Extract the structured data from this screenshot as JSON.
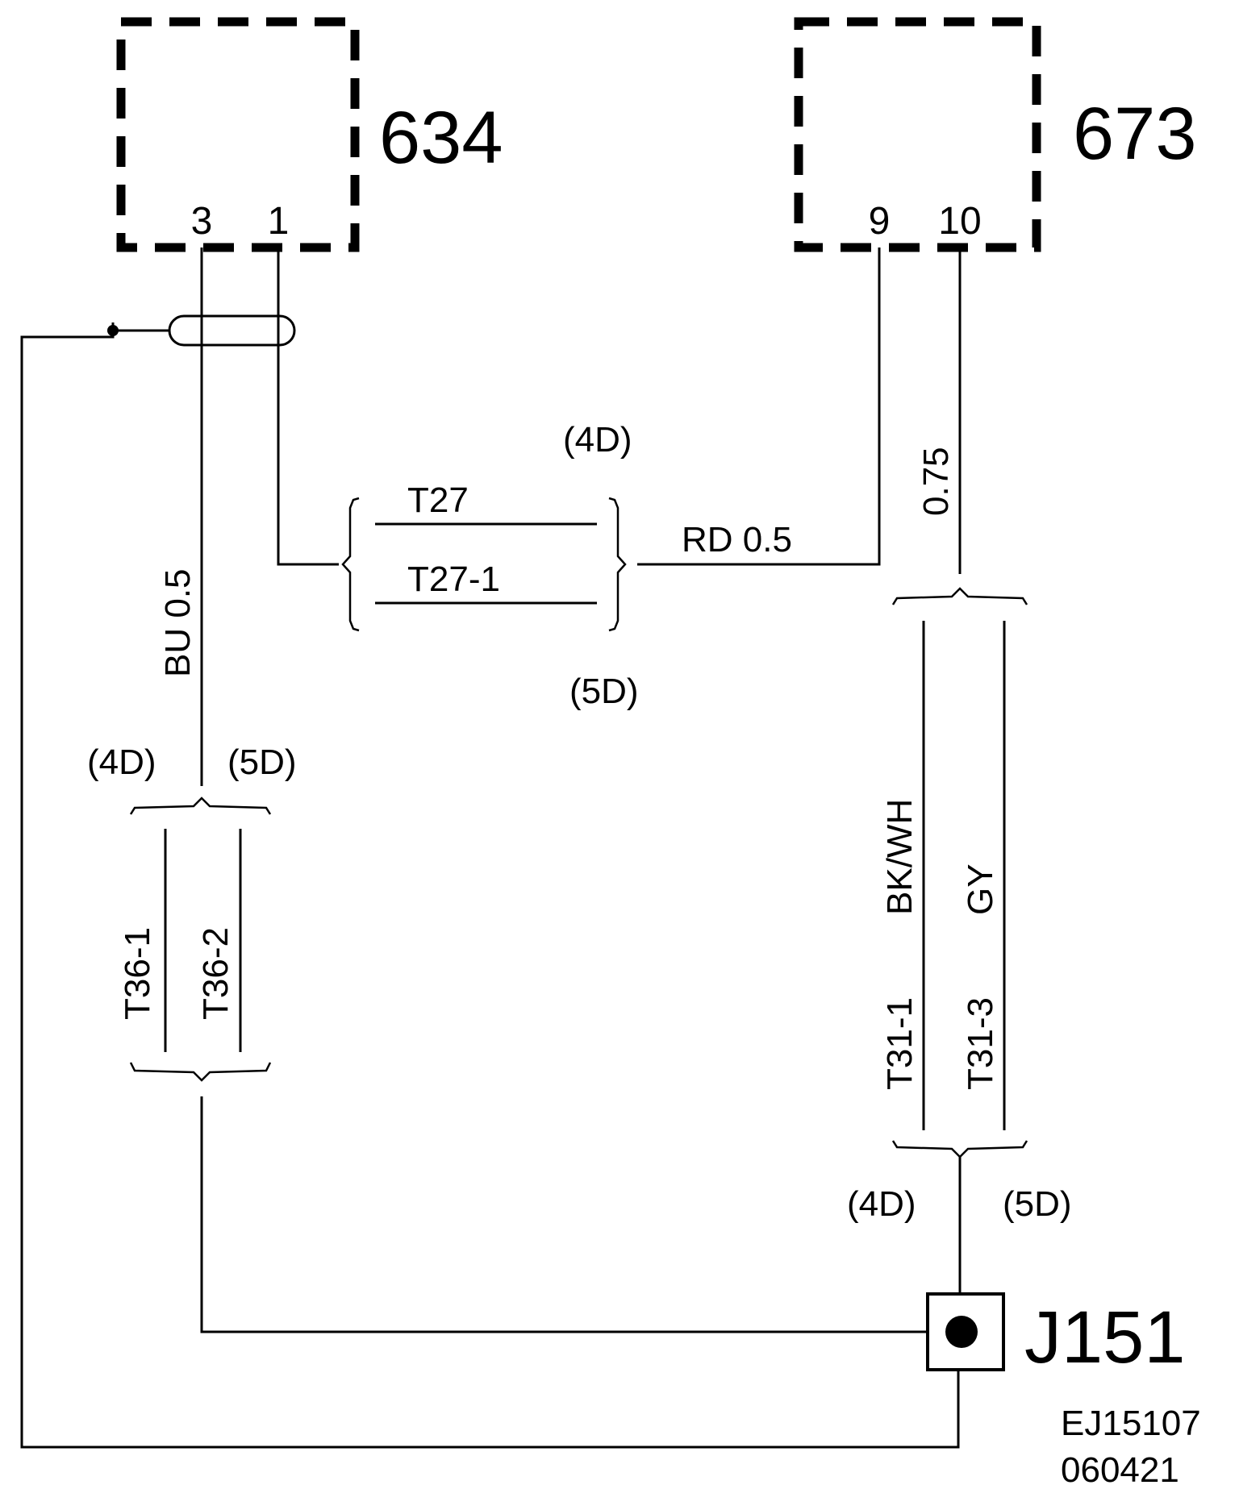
{
  "components": [
    {
      "id": "634",
      "pins": [
        "3",
        "1"
      ]
    },
    {
      "id": "673",
      "pins": [
        "9",
        "10"
      ]
    }
  ],
  "splice": {
    "id": "J151"
  },
  "wire_labels": {
    "bu_wire": "BU  0.5",
    "rd_wire": "RD   0.5",
    "wire_075": "0.75",
    "bkwh": "BK/WH",
    "gy": "GY"
  },
  "connectors": {
    "t27": "T27",
    "t27_1": "T27-1",
    "t36_1": "T36-1",
    "t36_2": "T36-2",
    "t31_1": "T31-1",
    "t31_3": "T31-3"
  },
  "variants": {
    "v4d": "(4D)",
    "v5d": "(5D)"
  },
  "doc_ref": {
    "code": "EJ15107",
    "date": "060421"
  },
  "colors": {
    "line": "#000000",
    "background": "#ffffff"
  }
}
